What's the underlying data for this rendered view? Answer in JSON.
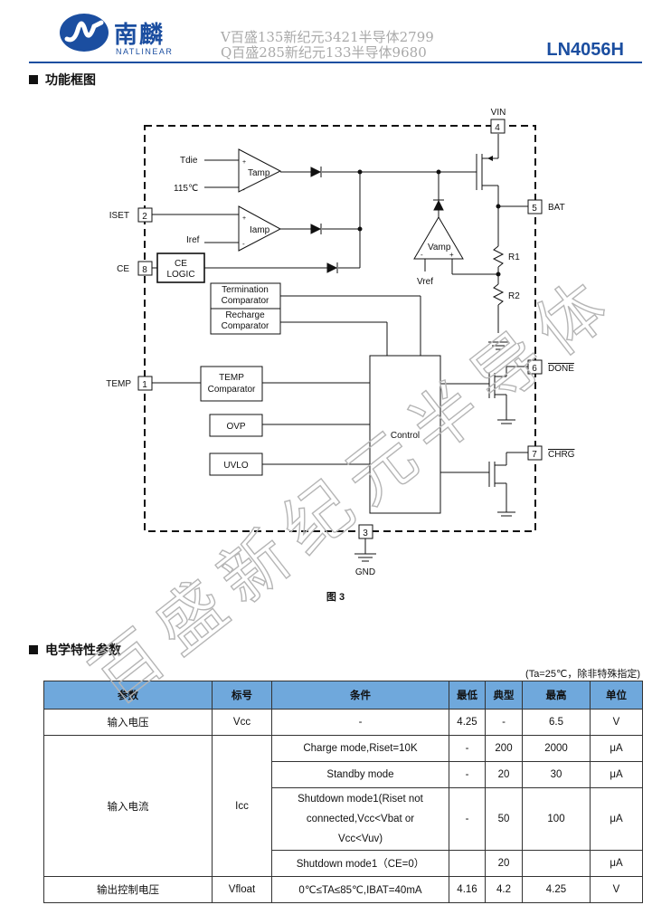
{
  "header": {
    "logo_cn": "南麟",
    "logo_en": "NATLINEAR",
    "contact_line1": "V百盛135新纪元3421半导体2799",
    "contact_line2": "Q百盛285新纪元133半导体9680",
    "part_number": "LN4056H"
  },
  "section1_title": "功能框图",
  "diagram": {
    "pins": {
      "vin": "4",
      "bat": "5",
      "iset": "2",
      "ce": "8",
      "temp": "1",
      "done": "6",
      "chrg": "7",
      "gnd": "3"
    },
    "pin_labels": {
      "vin": "VIN",
      "bat": "BAT",
      "iset": "ISET",
      "ce": "CE",
      "temp": "TEMP",
      "done": "DONE",
      "chrg": "CHRG",
      "gnd": "GND"
    },
    "labels": {
      "tdie": "Tdie",
      "t115": "115℃",
      "tamp": "Tamp",
      "iref": "Iref",
      "iamp": "Iamp",
      "vamp": "Vamp",
      "vref": "Vref",
      "r1": "R1",
      "r2": "R2",
      "ce_logic_1": "CE",
      "ce_logic_2": "LOGIC",
      "term_1": "Termination",
      "term_2": "Comparator",
      "rech_1": "Recharge",
      "rech_2": "Comparator",
      "temp_1": "TEMP",
      "temp_2": "Comparator",
      "ovp": "OVP",
      "uvlo": "UVLO",
      "control": "Control"
    }
  },
  "figure_caption": "图 3",
  "section2_title": "电学特性参数",
  "conditions": "(Ta=25℃，除非特殊指定)",
  "table": {
    "headers": [
      "参数",
      "标号",
      "条件",
      "最低",
      "典型",
      "最高",
      "单位"
    ],
    "r1": {
      "param": "输入电压",
      "sym": "Vcc",
      "cond": "-",
      "min": "4.25",
      "typ": "-",
      "max": "6.5",
      "unit": "V"
    },
    "r2": {
      "param": "输入电流",
      "sym": "Icc",
      "cond": "Charge mode,Riset=10K",
      "min": "-",
      "typ": "200",
      "max": "2000",
      "unit": "μA"
    },
    "r3": {
      "cond": "Standby mode",
      "min": "-",
      "typ": "20",
      "max": "30",
      "unit": "μA"
    },
    "r4": {
      "cond_1": "Shutdown mode1(Riset not",
      "cond_2": "connected,Vcc<Vbat or",
      "cond_3": "Vcc<Vuv)",
      "min": "-",
      "typ": "50",
      "max": "100",
      "unit": "μA"
    },
    "r5": {
      "cond": "Shutdown mode1（CE=0）",
      "min": "",
      "typ": "20",
      "max": "",
      "unit": "μA"
    },
    "r6": {
      "param": "输出控制电压",
      "sym": "Vfloat",
      "cond": "0℃≤TA≤85℃,IBAT=40mA",
      "min": "4.16",
      "typ": "4.2",
      "max": "4.25",
      "unit": "V"
    }
  },
  "watermark": [
    "百",
    "盛",
    "新",
    "纪",
    "元",
    "半",
    "导",
    "体"
  ],
  "colors": {
    "brand": "#1b4ea0",
    "header_fill": "#6fa8dc",
    "watermark": "#c8c8c8"
  }
}
